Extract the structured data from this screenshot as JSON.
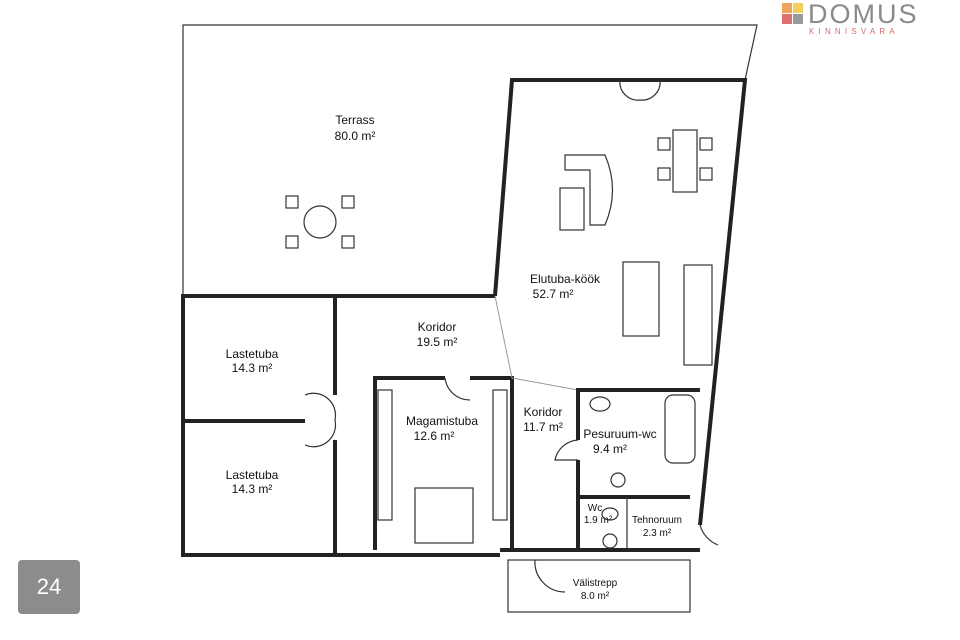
{
  "brand": {
    "name": "DOMUS",
    "tagline": "KINNISVARA",
    "colors": [
      "#f0a35a",
      "#f2cf5a",
      "#e07070",
      "#999999"
    ]
  },
  "page_number": "24",
  "rooms": {
    "terrass": {
      "name": "Terrass",
      "area": "80.0 m²"
    },
    "elutuba": {
      "name": "Elutuba-köök",
      "area": "52.7 m²"
    },
    "koridor1": {
      "name": "Koridor",
      "area": "19.5 m²"
    },
    "lastetuba1": {
      "name": "Lastetuba",
      "area": "14.3 m²"
    },
    "lastetuba2": {
      "name": "Lastetuba",
      "area": "14.3 m²"
    },
    "magamistuba": {
      "name": "Magamistuba",
      "area": "12.6 m²"
    },
    "koridor2": {
      "name": "Koridor",
      "area": "11.7 m²"
    },
    "pesuruum": {
      "name": "Pesuruum-wc",
      "area": "9.4 m²"
    },
    "wc": {
      "name": "Wc",
      "area": "1.9 m²"
    },
    "tehnoruum": {
      "name": "Tehnoruum",
      "area": "2.3 m²"
    },
    "valistrepp": {
      "name": "Välistrepp",
      "area": "8.0 m²"
    }
  }
}
